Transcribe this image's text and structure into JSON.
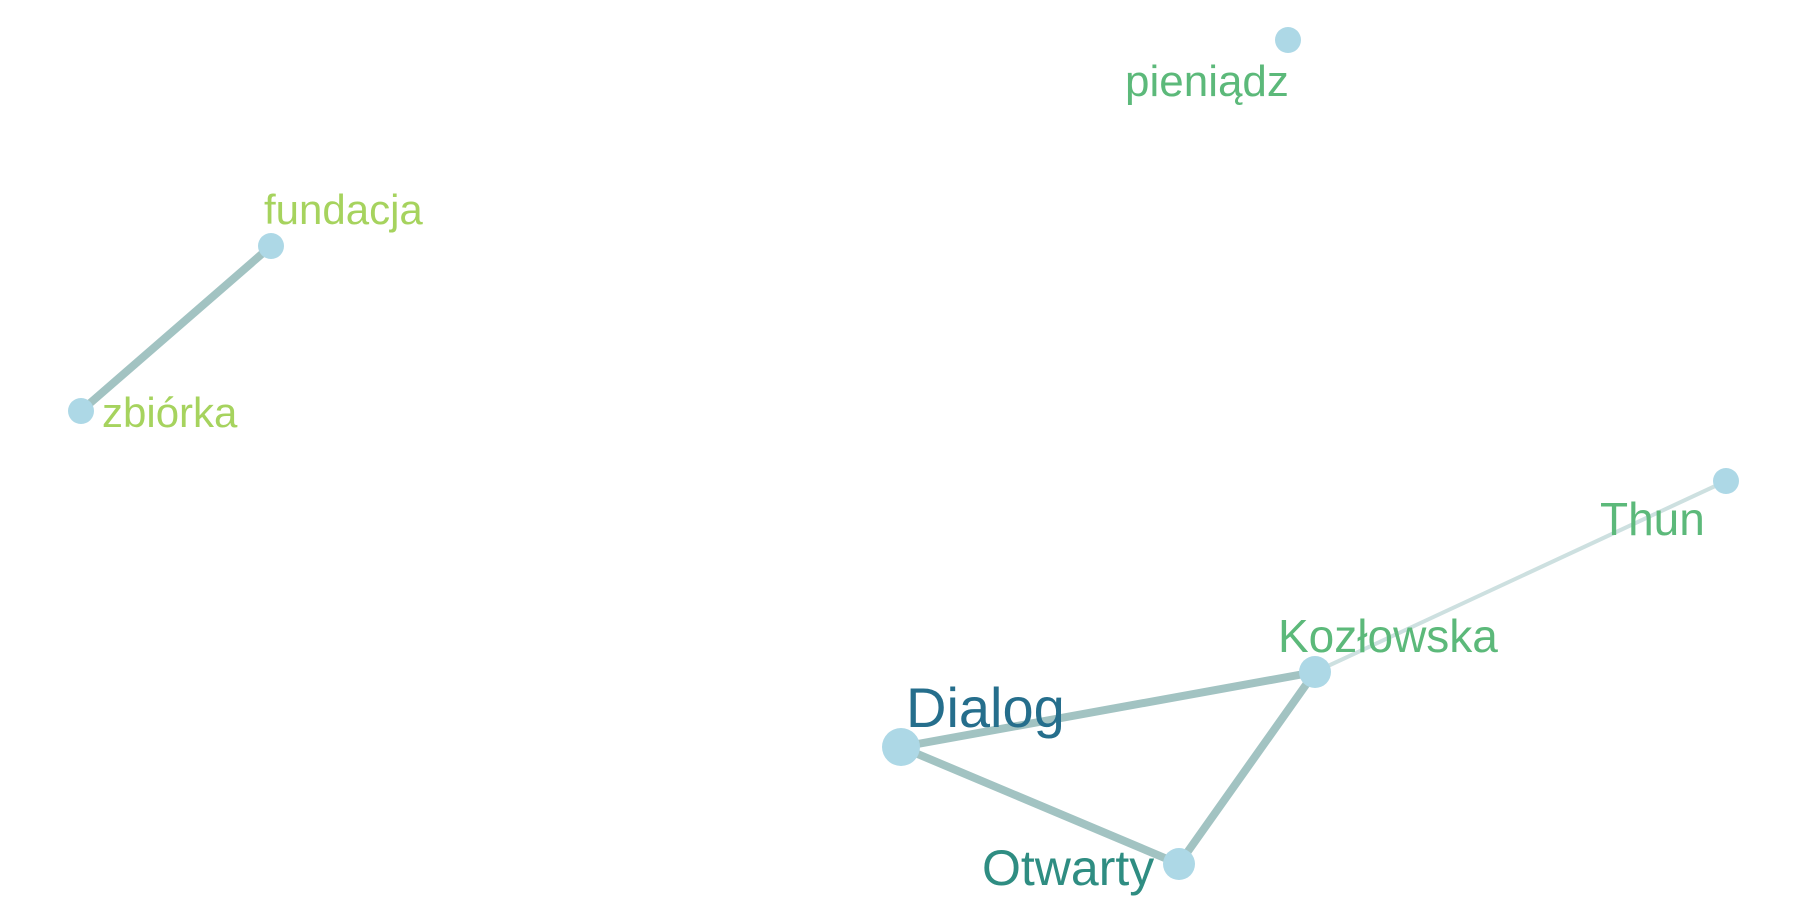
{
  "colors": {
    "node_fill": "#add8e6",
    "edge_strong": "#a2c3c2",
    "edge_light": "#cde0e0"
  },
  "nodes": [
    {
      "id": "pieniadz",
      "label": "pieniądz",
      "color": "#5cb97a",
      "size": "small"
    },
    {
      "id": "fundacja",
      "label": "fundacja",
      "color": "#a6d35e",
      "size": "small"
    },
    {
      "id": "zbiorka",
      "label": "zbiórka",
      "color": "#a6d35e",
      "size": "small"
    },
    {
      "id": "thun",
      "label": "Thun",
      "color": "#5cb97a",
      "size": "small"
    },
    {
      "id": "kozlowska",
      "label": "Kozłowska",
      "color": "#5cb97a",
      "size": "medium"
    },
    {
      "id": "dialog",
      "label": "Dialog",
      "color": "#256e8c",
      "size": "large"
    },
    {
      "id": "otwarty",
      "label": "Otwarty",
      "color": "#2f8d82",
      "size": "medium"
    }
  ],
  "edges": [
    {
      "source": "fundacja",
      "target": "zbiorka",
      "strength": "strong"
    },
    {
      "source": "dialog",
      "target": "kozlowska",
      "strength": "strong"
    },
    {
      "source": "dialog",
      "target": "otwarty",
      "strength": "strong"
    },
    {
      "source": "otwarty",
      "target": "kozlowska",
      "strength": "strong"
    },
    {
      "source": "kozlowska",
      "target": "thun",
      "strength": "light"
    }
  ]
}
